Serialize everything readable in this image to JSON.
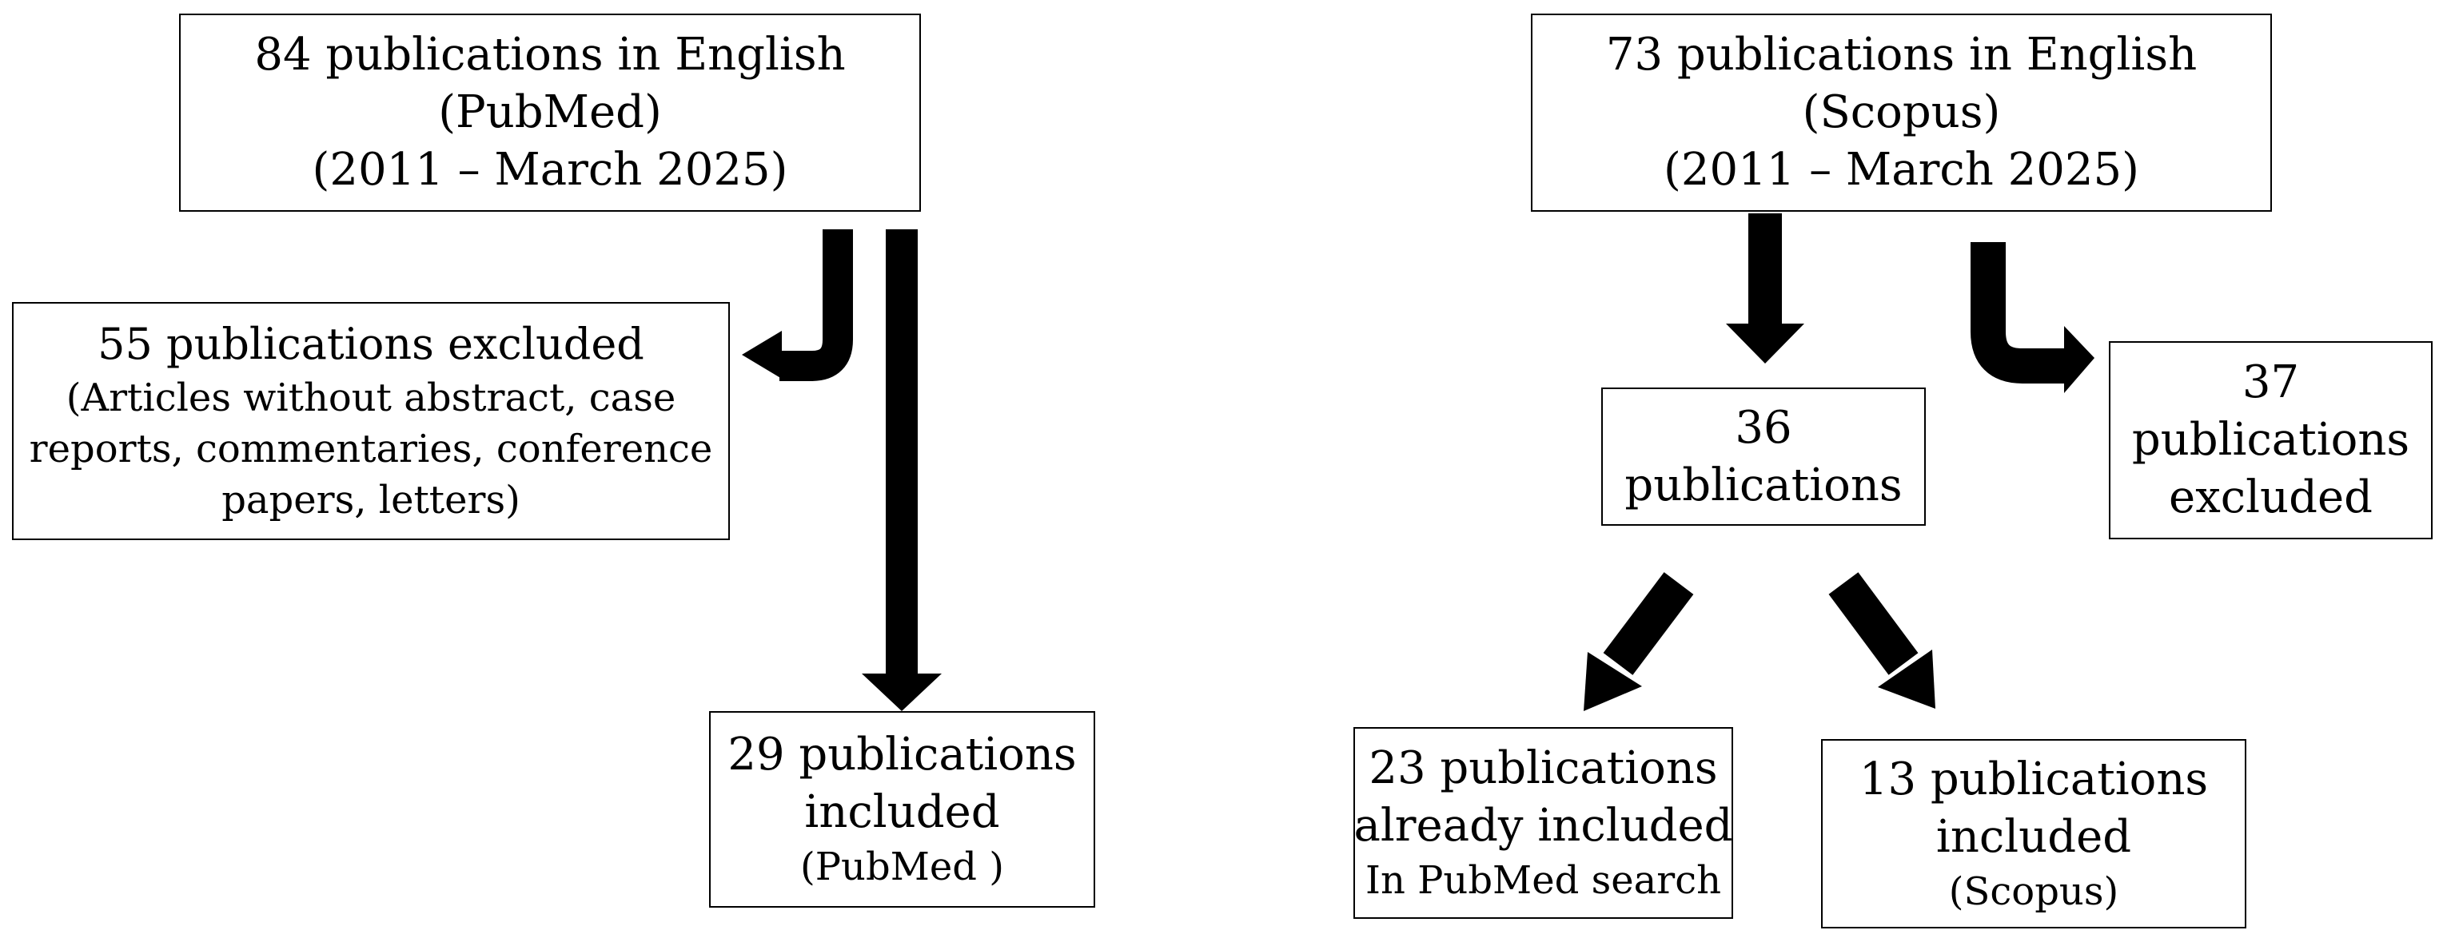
{
  "pubmed": {
    "source_box": {
      "lines": [
        "84 publications in English",
        "(PubMed)",
        "(2011 – March 2025)"
      ]
    },
    "excluded_box": {
      "title": "55 publications excluded",
      "lines": [
        "(Articles without abstract, case",
        "reports, commentaries, conference",
        "papers, letters)"
      ]
    },
    "included_box": {
      "lines": [
        "29 publications",
        "included"
      ],
      "source": "(PubMed )"
    }
  },
  "scopus": {
    "source_box": {
      "lines": [
        "73 publications in English",
        "(Scopus)",
        "(2011 – March 2025)"
      ]
    },
    "screened_box": {
      "lines": [
        "36",
        "publications"
      ]
    },
    "excluded_box": {
      "lines": [
        "37",
        "publications",
        "excluded"
      ]
    },
    "duplicates_box": {
      "lines": [
        "23 publications",
        "already included"
      ],
      "note": "In PubMed search"
    },
    "included_box": {
      "lines": [
        "13 publications",
        "included"
      ],
      "source": "(Scopus)"
    }
  },
  "colors": {
    "arrow": "#000000",
    "border": "#000000",
    "background": "#ffffff"
  }
}
